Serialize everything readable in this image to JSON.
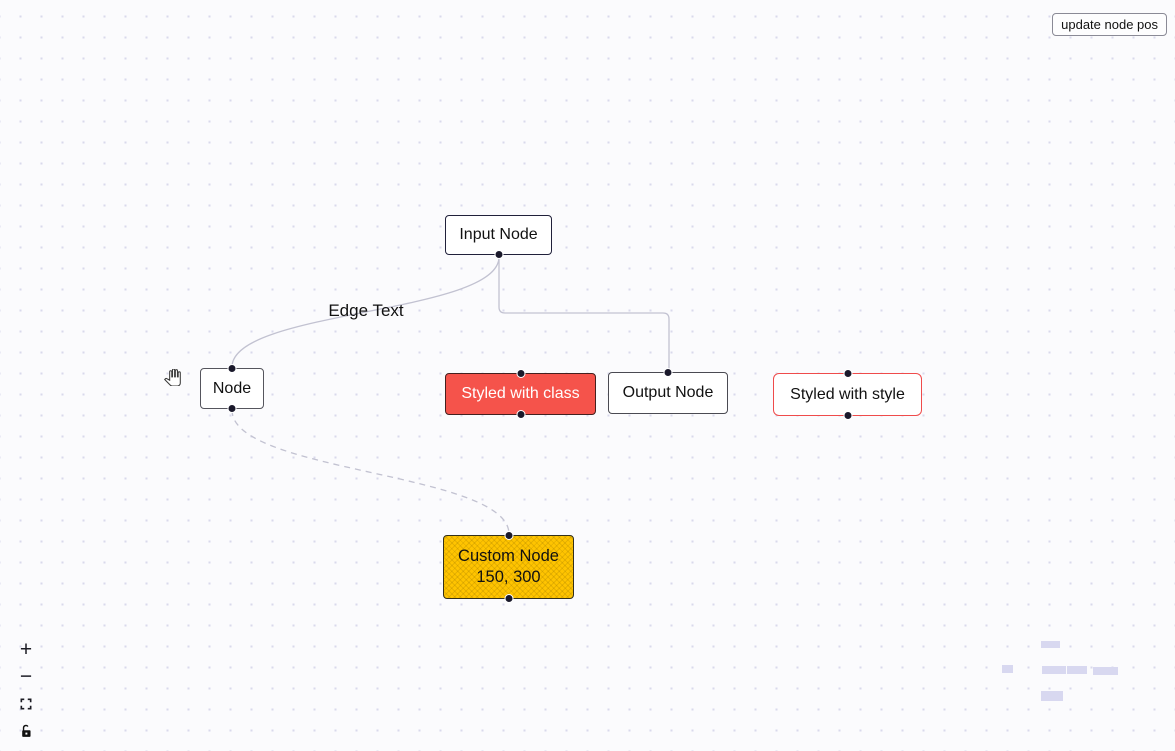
{
  "toolbar": {
    "update_button_label": "update node pos"
  },
  "nodes": [
    {
      "id": "input",
      "label": "Input Node",
      "type": "input"
    },
    {
      "id": "node",
      "label": "Node",
      "type": "default"
    },
    {
      "id": "styled-class",
      "label": "Styled with class",
      "type": "default-red"
    },
    {
      "id": "output",
      "label": "Output Node",
      "type": "output"
    },
    {
      "id": "styled-style",
      "label": "Styled with style",
      "type": "default-red-border"
    },
    {
      "id": "custom",
      "label": "Custom Node",
      "sublabel": "150, 300",
      "type": "custom"
    }
  ],
  "edges": [
    {
      "from": "input",
      "to": "node",
      "label": "Edge Text",
      "style": "bezier"
    },
    {
      "from": "input",
      "to": "output",
      "label": "",
      "style": "smoothstep"
    },
    {
      "from": "node",
      "to": "custom",
      "label": "",
      "style": "dashed-bezier"
    }
  ],
  "controls": {
    "zoom_in_glyph": "+",
    "zoom_out_glyph": "−"
  },
  "icons": {
    "zoom_in": "plus",
    "zoom_out": "minus",
    "fit_view": "corner-brackets",
    "lock": "open-padlock",
    "cursor": "grab-hand"
  },
  "colors": {
    "red_node": "#f5534b",
    "red_border": "#ef4b4b",
    "yellow_node": "#ffc400",
    "node_border": "#1a192b",
    "handle": "#1a192b",
    "edge": "#c2c2d1",
    "minimap_node": "#d8d8f0"
  }
}
